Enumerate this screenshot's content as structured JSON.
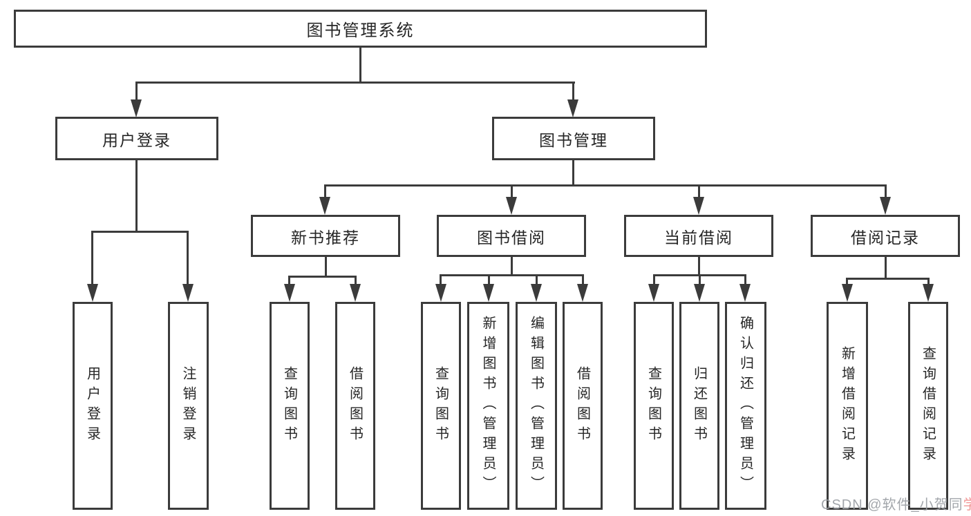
{
  "diagram": {
    "root": {
      "label": "图书管理系统"
    },
    "level2": [
      {
        "label": "用户登录"
      },
      {
        "label": "图书管理"
      }
    ],
    "level3": [
      {
        "label": "新书推荐"
      },
      {
        "label": "图书借阅"
      },
      {
        "label": "当前借阅"
      },
      {
        "label": "借阅记录"
      }
    ],
    "leaves": {
      "user_login": [
        "用户登录",
        "注销登录"
      ],
      "new_book_recommend": [
        "查询图书",
        "借阅图书"
      ],
      "book_borrow": [
        "查询图书",
        "新增图书（管理员）",
        "编辑图书（管理员）",
        "借阅图书"
      ],
      "current_borrow": [
        "查询图书",
        "归还图书",
        "确认归还（管理员）"
      ],
      "borrow_record": [
        "新增借阅记录",
        "查询借阅记录"
      ]
    }
  },
  "watermark": {
    "prefix": "CSDN @软件_小贺同",
    "suffix": "学"
  },
  "colors": {
    "line": "#3b3b3b",
    "text": "#262626",
    "background": "#ffffff",
    "watermark_gray": "#9b9fa4",
    "watermark_red": "#f0908f"
  }
}
